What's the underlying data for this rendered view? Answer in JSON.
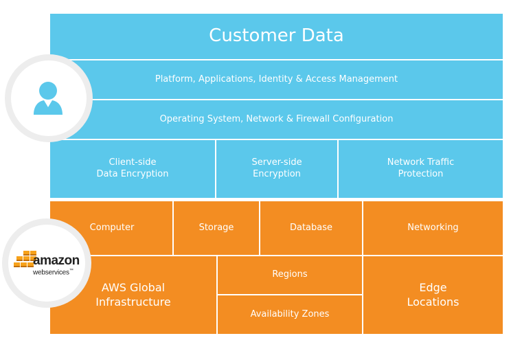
{
  "customer_layer": {
    "title": "Customer Data",
    "row1": "Platform, Applications, Identity & Access Management",
    "row2": "Operating System, Network & Firewall Configuration",
    "encryption": [
      "Client-side\nData Encryption",
      "Server-side\nEncryption",
      "Network Traffic\nProtection"
    ]
  },
  "aws_layer": {
    "services": [
      "Computer",
      "Storage",
      "Database",
      "Networking"
    ],
    "global_infrastructure": "AWS Global\nInfrastructure",
    "regions": "Regions",
    "availability_zones": "Availability Zones",
    "edge_locations": "Edge\nLocations"
  },
  "logo": {
    "brand_word": "amazon",
    "sub_word": "webservices",
    "trademark": "™"
  },
  "icons": {
    "customer": "user-icon",
    "aws": "aws-cubes-icon"
  },
  "colors": {
    "customer_blue": "#5bc8eb",
    "aws_orange": "#f38d22",
    "logo_orange": "#f7a21b"
  }
}
